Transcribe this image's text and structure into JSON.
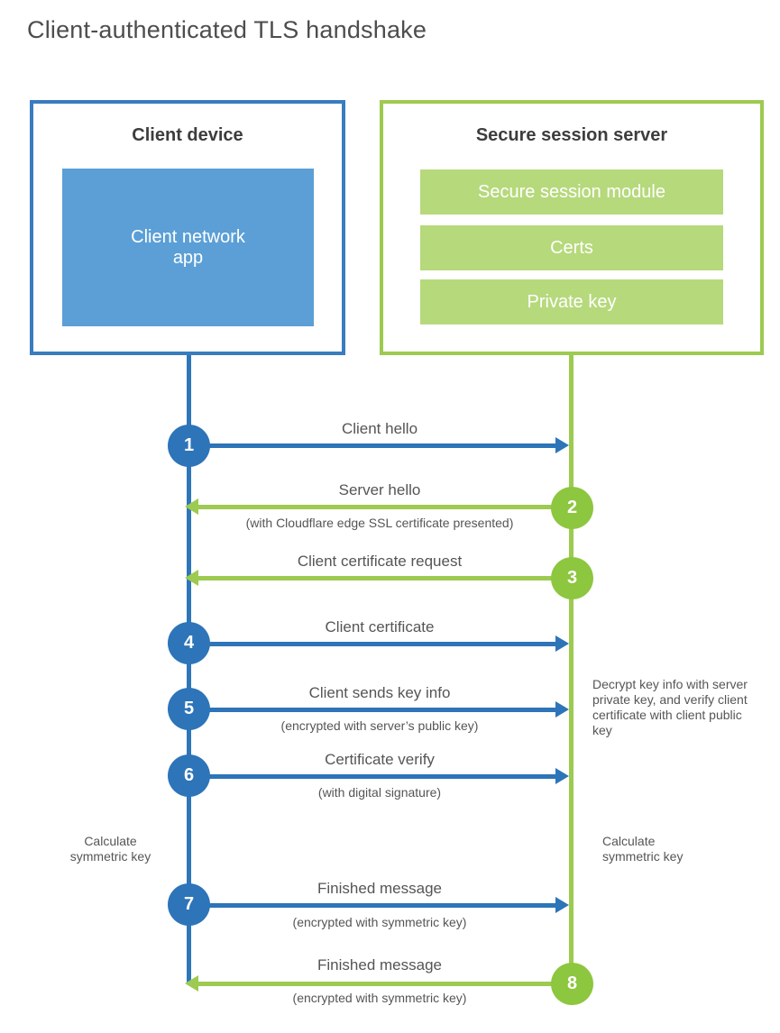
{
  "title": "Client-authenticated TLS handshake",
  "client": {
    "title": "Client device",
    "app_label": "Client network\napp"
  },
  "server": {
    "title": "Secure session server",
    "modules": [
      "Secure session module",
      "Certs",
      "Private key"
    ]
  },
  "steps": [
    {
      "num": "1",
      "label": "Client hello",
      "sub": "",
      "direction": "client-to-server"
    },
    {
      "num": "2",
      "label": "Server hello",
      "sub": "(with Cloudflare edge SSL certificate presented)",
      "direction": "server-to-client"
    },
    {
      "num": "3",
      "label": "Client certificate request",
      "sub": "",
      "direction": "server-to-client"
    },
    {
      "num": "4",
      "label": "Client certificate",
      "sub": "",
      "direction": "client-to-server"
    },
    {
      "num": "5",
      "label": "Client sends key info",
      "sub": "(encrypted with server’s public key)",
      "direction": "client-to-server"
    },
    {
      "num": "6",
      "label": "Certificate verify",
      "sub": "(with digital signature)",
      "direction": "client-to-server"
    },
    {
      "num": "7",
      "label": "Finished message",
      "sub": "(encrypted with symmetric key)",
      "direction": "client-to-server"
    },
    {
      "num": "8",
      "label": "Finished message",
      "sub": "(encrypted with symmetric key)",
      "direction": "server-to-client"
    }
  ],
  "annotations": {
    "server_note": "Decrypt key info with server private key, and verify client certificate with client public key",
    "client_calc": "Calculate\nsymmetric key",
    "server_calc": "Calculate\nsymmetric key"
  },
  "colors": {
    "client_blue": "#2d74b8",
    "client_fill_blue": "#5b9fd6",
    "server_green_line": "#9dca50",
    "server_green_circle": "#8dc63f",
    "server_fill_green": "#b6d97c"
  }
}
